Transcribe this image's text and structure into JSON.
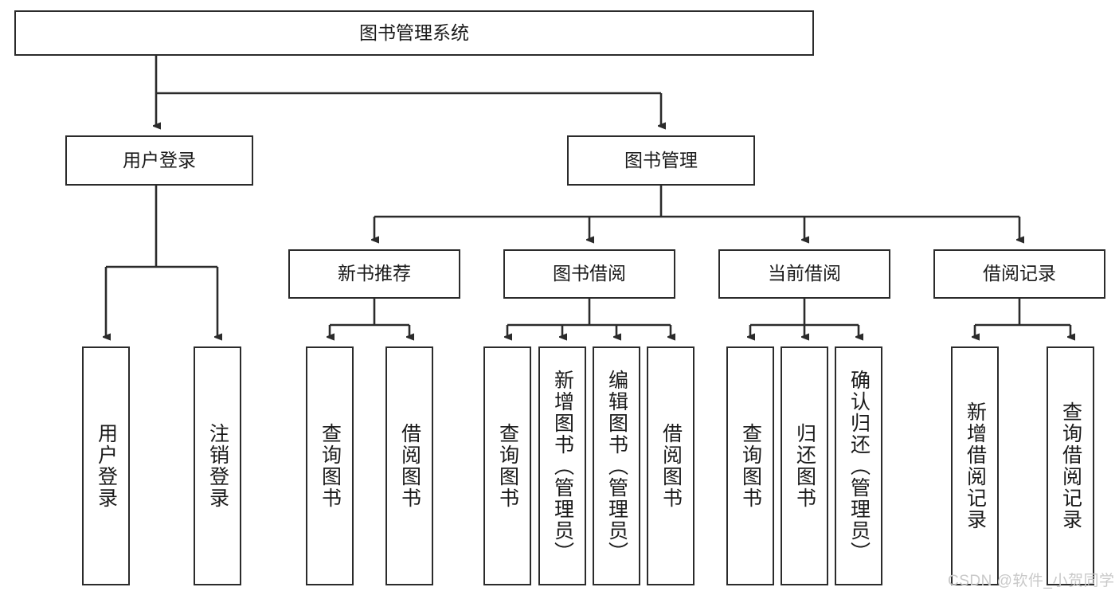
{
  "diagram": {
    "title": "图书管理系统",
    "type": "tree-hierarchy-chart",
    "watermark": "CSDN @软件_小贺同学",
    "colors": {
      "stroke": "#2b2b2b",
      "fill": "#ffffff",
      "text": "#1a1a1a",
      "watermark": "#c9c9c9",
      "background": "#ffffff"
    },
    "root": {
      "label": "图书管理系统"
    },
    "level2": [
      {
        "label": "用户登录"
      },
      {
        "label": "图书管理"
      }
    ],
    "level3": [
      {
        "label": "新书推荐"
      },
      {
        "label": "图书借阅"
      },
      {
        "label": "当前借阅"
      },
      {
        "label": "借阅记录"
      }
    ],
    "leaves": {
      "user_login": [
        {
          "label": "用户登录"
        },
        {
          "label": "注销登录"
        }
      ],
      "new_book_recommend": [
        {
          "label": "查询图书"
        },
        {
          "label": "借阅图书"
        }
      ],
      "book_borrow": [
        {
          "label": "查询图书"
        },
        {
          "label": "新增图书（管理员）"
        },
        {
          "label": "编辑图书（管理员）"
        },
        {
          "label": "借阅图书"
        }
      ],
      "current_borrow": [
        {
          "label": "查询图书"
        },
        {
          "label": "归还图书"
        },
        {
          "label": "确认归还（管理员）"
        }
      ],
      "borrow_record": [
        {
          "label": "新增借阅记录"
        },
        {
          "label": "查询借阅记录"
        }
      ]
    }
  }
}
